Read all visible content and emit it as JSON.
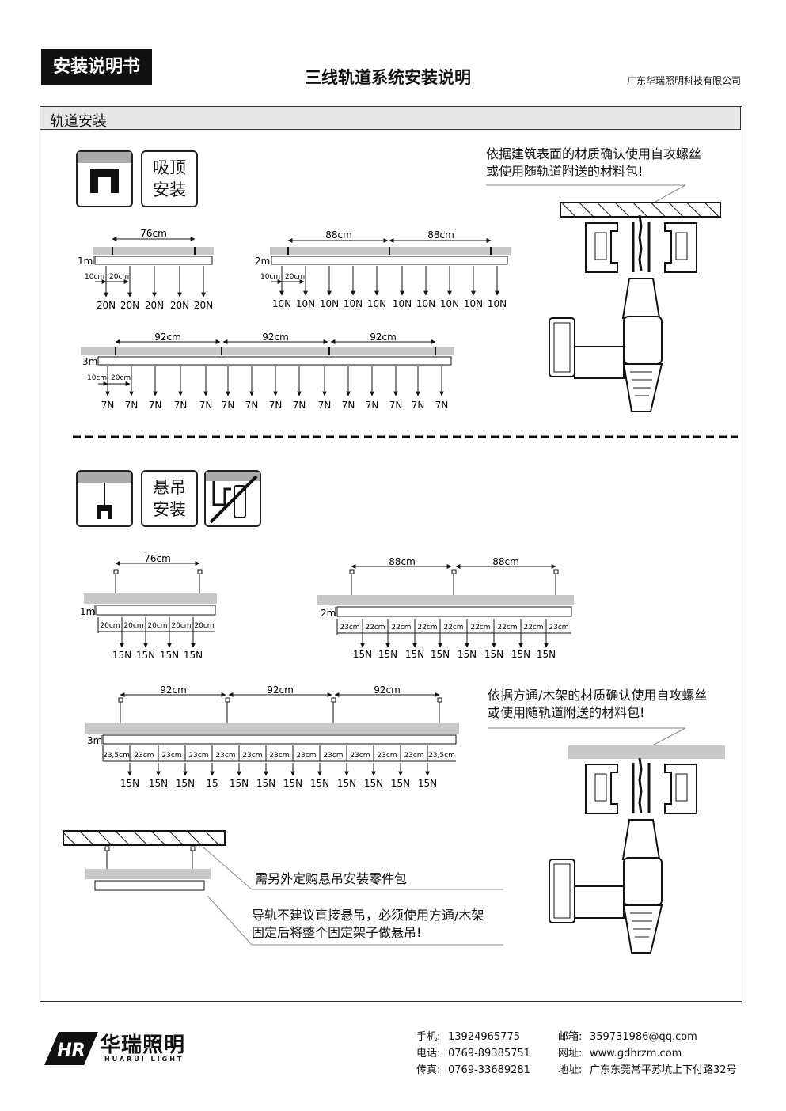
{
  "header": {
    "badge": "安装说明书",
    "title": "三线轨道系统安装说明",
    "company": "广东华瑞照明科技有限公司"
  },
  "section": {
    "title": "轨道安装"
  },
  "ceiling_mount": {
    "icon_label_1": "吸顶",
    "icon_label_2": "安装",
    "note_line1": "依据建筑表面的材质确认使用自攻螺丝",
    "note_line2": "或使用随轨道附送的材料包!",
    "rails": [
      {
        "length": "1m",
        "spacing": "76cm",
        "edge": "10cm",
        "pitch": "20cm",
        "load": "20N",
        "loads": 5
      },
      {
        "length": "2m",
        "spacing": "88cm",
        "edge": "10cm",
        "pitch": "20cm",
        "load": "10N",
        "loads": 10
      },
      {
        "length": "3m",
        "spacing": "92cm",
        "edge": "10cm",
        "pitch": "20cm",
        "load": "7N",
        "loads": 15
      }
    ]
  },
  "suspended_mount": {
    "icon_label_1": "悬吊",
    "icon_label_2": "安装",
    "note_line1": "依据方通/木架的材质确认使用自攻螺丝",
    "note_line2": "或使用随轨道附送的材料包!",
    "rail_1m": {
      "length": "1m",
      "spacing": "76cm",
      "pitch": "20cm",
      "load": "15N"
    },
    "rail_2m": {
      "length": "2m",
      "spacing": "88cm",
      "pitch": "22cm",
      "edge": "23cm",
      "load": "15N"
    },
    "rail_3m": {
      "length": "3m",
      "spacing": "92cm",
      "pitches": [
        "23,5cm",
        "23cm",
        "23cm",
        "23cm",
        "23cm",
        "23cm",
        "23cm",
        "23cm",
        "23cm",
        "23cm",
        "23cm",
        "23cm",
        "23,5cm"
      ],
      "loads": [
        "15N",
        "15N",
        "15N",
        "15",
        "15N",
        "15N",
        "15N",
        "15N",
        "15N",
        "15N",
        "15N",
        "15N"
      ]
    },
    "kit_note": "需另外定购悬吊安装零件包",
    "warning_line1": "导轨不建议直接悬吊，必须使用方通/木架",
    "warning_line2": "固定后将整个固定架子做悬吊!"
  },
  "footer": {
    "brand_cn": "华瑞照明",
    "brand_en": "HUARUI LIGHT",
    "logo_letters": "HR",
    "mobile_label": "手机:",
    "mobile": "13924965775",
    "phone_label": "电话:",
    "phone": "0769-89385751",
    "fax_label": "传真:",
    "fax": "0769-33689281",
    "email_label": "邮箱:",
    "email": "359731986@qq.com",
    "web_label": "网址:",
    "web": "www.gdhrzm.com",
    "addr_label": "地址:",
    "address": "广东东莞常平苏坑上下付路32号"
  }
}
